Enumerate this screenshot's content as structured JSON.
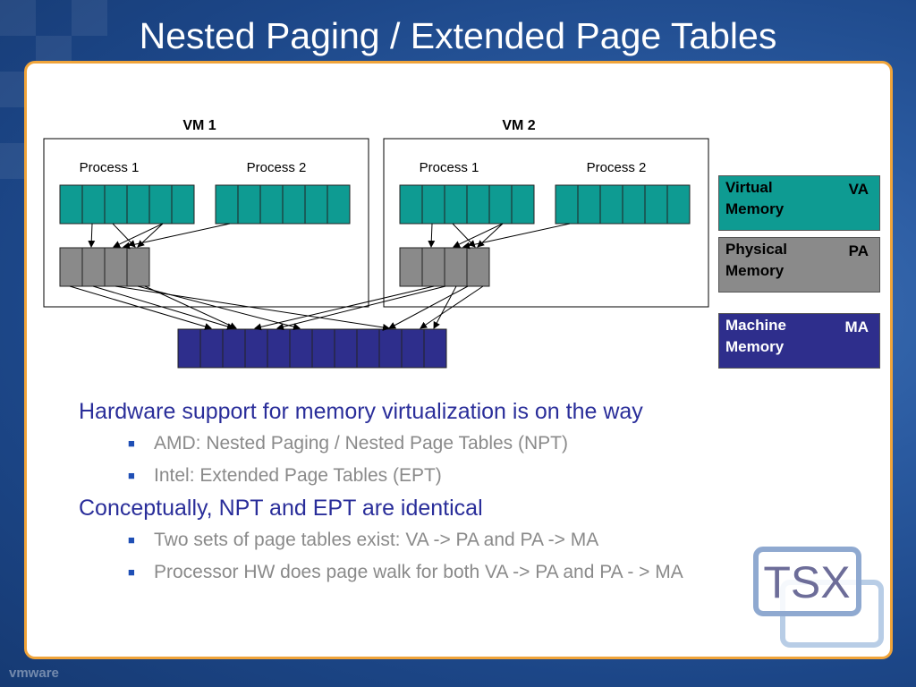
{
  "title": "Nested Paging / Extended Page Tables",
  "diagram": {
    "vm1_label": "VM 1",
    "vm2_label": "VM 2",
    "vm1_process1": "Process 1",
    "vm1_process2": "Process 2",
    "vm2_process1": "Process 1",
    "vm2_process2": "Process 2"
  },
  "legend": {
    "virtual": {
      "label": "Virtual Memory",
      "abbr": "VA",
      "color": "#0e9b92"
    },
    "physical": {
      "label": "Physical Memory",
      "abbr": "PA",
      "color": "#8a8a8a"
    },
    "machine": {
      "label": "Machine Memory",
      "abbr": "MA",
      "color": "#2e2e8c"
    }
  },
  "bullets": [
    {
      "text": "Hardware support for memory virtualization is on the way",
      "sub": [
        "AMD: Nested Paging / Nested Page Tables (NPT)",
        "Intel: Extended Page Tables (EPT)"
      ]
    },
    {
      "text": "Conceptually, NPT and EPT are identical",
      "sub": [
        "Two sets of page tables exist: VA -> PA and PA -> MA",
        "Processor HW does page walk for both VA -> PA and PA - > MA"
      ]
    }
  ],
  "logo_text": "TSX",
  "footer_brand": "vmware"
}
